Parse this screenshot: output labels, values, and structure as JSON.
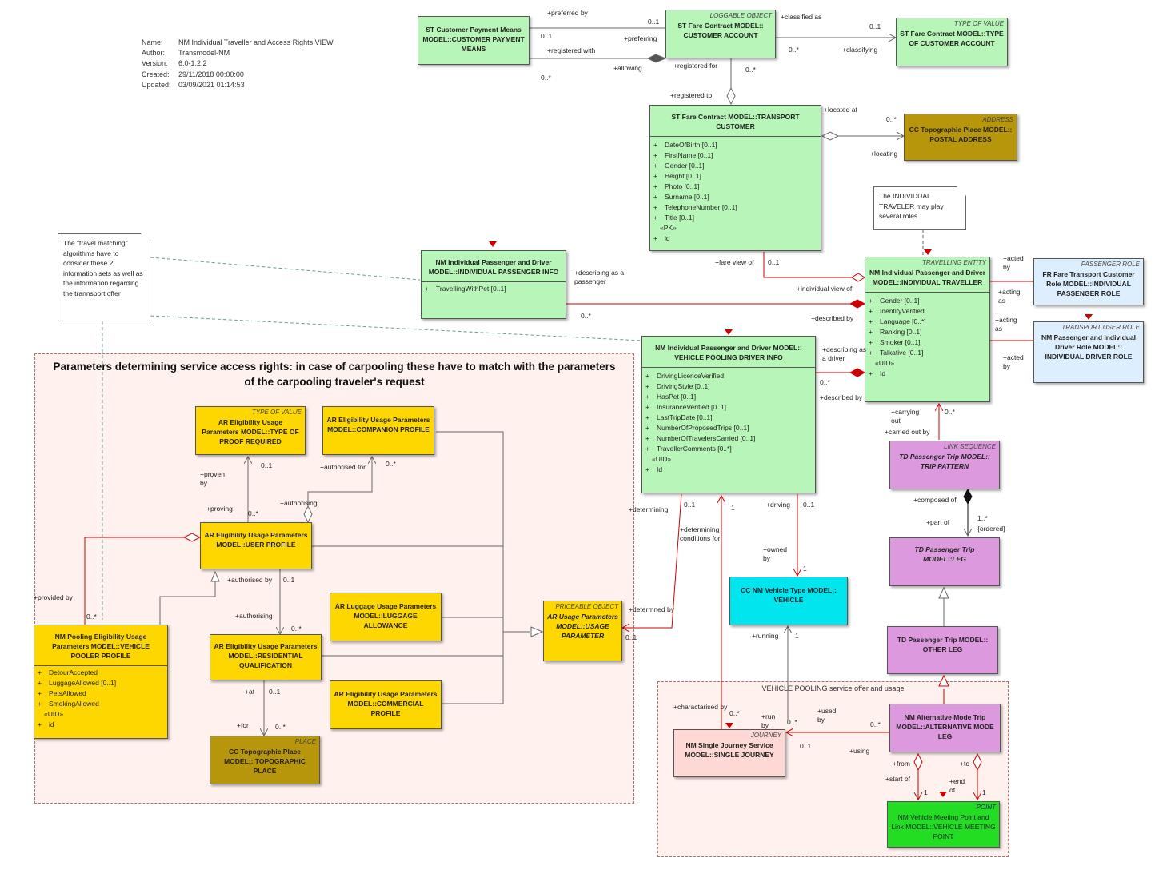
{
  "meta": {
    "name_key": "Name:",
    "name": "NM Individual Traveller and Access Rights VIEW",
    "author_key": "Author:",
    "author": "Transmodel-NM",
    "version_key": "Version:",
    "version": "6.0-1.2.2",
    "created_key": "Created:",
    "created": "29/11/2018 00:00:00",
    "updated_key": "Updated:",
    "updated": "03/09/2021 01:14:53"
  },
  "regions": {
    "access": {
      "title": "Parameters determining service access rights: in case of carpooling these have to match with the parameters of the carpooling traveler's request"
    },
    "pooling": {
      "title": "VEHICLE POOLING service offer and usage"
    }
  },
  "notes": {
    "matching": "The \"travel matching\" algorithms have to consider these 2 information sets as well as the information regarding the trannsport offer",
    "roles": "The INDIVIDUAL TRAVELER may play several roles"
  },
  "boxes": {
    "payment": {
      "name": "ST Customer Payment Means MODEL::CUSTOMER PAYMENT MEANS"
    },
    "account": {
      "stereo": "LOGGABLE OBJECT",
      "name": "ST Fare Contract MODEL:: CUSTOMER ACCOUNT"
    },
    "acctype": {
      "stereo": "TYPE OF VALUE",
      "name": "ST Fare Contract MODEL::TYPE OF CUSTOMER ACCOUNT"
    },
    "customer": {
      "name": "ST Fare Contract MODEL::TRANSPORT CUSTOMER",
      "attrs": [
        "DateOfBirth [0..1]",
        "FirstName [0..1]",
        "Gender [0..1]",
        "Height [0..1]",
        "Photo [0..1]",
        "Surname [0..1]",
        "TelephoneNumber [0..1]",
        "Title [0..1]"
      ],
      "keylabel": "«PK»",
      "keys": [
        "id"
      ]
    },
    "postal": {
      "stereo": "ADDRESS",
      "name": "CC Topographic Place MODEL:: POSTAL ADDRESS"
    },
    "passinfo": {
      "name": "NM Individual Passenger and Driver MODEL::INDIVIDUAL PASSENGER INFO",
      "attrs": [
        "TravellingWithPet [0..1]"
      ]
    },
    "traveller": {
      "stereo": "TRAVELLING ENTITY",
      "name": "NM Individual Passenger and Driver MODEL::INDIVIDUAL TRAVELLER",
      "attrs": [
        "Gender [0..1]",
        "IdentityVerified",
        "Language [0..*]",
        "Ranking [0..1]",
        "Smoker [0..1]",
        "Talkative [0..1]"
      ],
      "keylabel": "«UID»",
      "keys": [
        "Id"
      ]
    },
    "passrole": {
      "stereo": "PASSENGER ROLE",
      "name": "FR Fare Transport Customer Role MODEL::INDIVIDUAL PASSENGER ROLE"
    },
    "driverrole": {
      "stereo": "TRANSPORT USER ROLE",
      "name": "NM Passenger and Individual Driver Role MODEL:: INDIVIDUAL DRIVER ROLE"
    },
    "driverinfo": {
      "name": "NM Individual Passenger and Driver MODEL:: VEHICLE POOLING DRIVER INFO",
      "attrs": [
        "DrivingLicenceVerified",
        "DrivingStyle [0..1]",
        "HasPet [0..1]",
        "InsuranceVerified [0..1]",
        "LastTripDate [0..1]",
        "NumberOfProposedTrips [0..1]",
        "NumberOfTravelersCarried [0..1]",
        "TravellerComments [0..*]"
      ],
      "keylabel": "«UID»",
      "keys": [
        "Id"
      ]
    },
    "proof": {
      "stereo": "TYPE OF VALUE",
      "name": "AR Eligibility Usage Parameters MODEL::TYPE OF PROOF REQUIRED"
    },
    "companion": {
      "name": "AR Eligibility Usage Parameters MODEL::COMPANION PROFILE"
    },
    "userprofile": {
      "name": "AR Eligibility Usage Parameters MODEL::USER PROFILE"
    },
    "luggage": {
      "name": "AR Luggage Usage Parameters MODEL::LUGGAGE ALLOWANCE"
    },
    "usageparam": {
      "stereo": "PRICEABLE OBJECT",
      "name": "AR Usage Parameters MODEL::USAGE PARAMETER"
    },
    "pooler": {
      "name": "NM Pooling Eligibility Usage Parameters MODEL::VEHICLE POOLER PROFILE",
      "attrs": [
        "DetourAccepted",
        "LuggageAllowed [0..1]",
        "PetsAllowed",
        "SmokingAllowed"
      ],
      "keylabel": "«UID»",
      "keys": [
        "id"
      ]
    },
    "residential": {
      "name": "AR Eligibility Usage Parameters MODEL::RESIDENTIAL QUALIFICATION"
    },
    "commercial": {
      "name": "AR Eligibility Usage Parameters MODEL::COMMERCIAL PROFILE"
    },
    "topoplace": {
      "stereo": "PLACE",
      "name": "CC Topographic Place MODEL:: TOPOGRAPHIC PLACE"
    },
    "vehicle": {
      "name": "CC NM Vehicle Type MODEL:: VEHICLE"
    },
    "trippattern": {
      "stereo": "LINK SEQUENCE",
      "name": "TD Passenger Trip MODEL:: TRIP PATTERN"
    },
    "leg": {
      "name": "TD Passenger Trip MODEL::LEG"
    },
    "otherleg": {
      "name": "TD Passenger Trip MODEL:: OTHER LEG"
    },
    "altleg": {
      "name": "NM Alternative Mode Trip MODEL::ALTERNATIVE MODE LEG"
    },
    "journey": {
      "stereo": "JOURNEY",
      "name": "NM Single Journey Service MODEL::SINGLE JOURNEY"
    },
    "meeting": {
      "stereo": "POINT",
      "name": "NM Vehicle Meeting Point and Link MODEL::VEHICLE MEETING POINT"
    }
  },
  "labels": {
    "preferred_by": "+preferred by",
    "m01a": "0..1",
    "m01b": "0..1",
    "preferring": "+preferring",
    "registered_with": "+registered with",
    "allowing": "+allowing",
    "m0sa": "0..*",
    "classified_as": "+classified as",
    "m01c": "0..1",
    "m0sb": "0..*",
    "classifying": "+classifying",
    "registered_for": "+registered for",
    "m0sc": "0..*",
    "registered_to": "+registered to",
    "located_at": "+located at",
    "m0sd": "0..*",
    "locating": "+locating",
    "fare_view": "+fare view of",
    "m01d": "0..1",
    "individual_view": "+individual view of",
    "describing_passenger": "+describing as a passenger",
    "m0se": "0..*",
    "described_by1": "+described by",
    "describing_driver": "+describing as a driver",
    "m0sf": "0..*",
    "described_by2": "+described by",
    "acted_by1": "+acted by",
    "acting_as1": "+acting as",
    "acting_as2": "+acting as",
    "acted_by2": "+acted by",
    "carrying_out": "+carrying out",
    "m0sg": "0..*",
    "carried_out_by": "+carried out by",
    "composed_of": "+composed of",
    "part_of": "+part of",
    "m1s": "1..*",
    "ordered": "{ordered}",
    "determining": "+determining",
    "m01e": "0..1",
    "m1a": "1",
    "determining_conditions": "+determining conditions for",
    "determined_by": "+determned by",
    "m01f": "0..1",
    "driving": "+driving",
    "m01g": "0..1",
    "owned_by": "+owned by",
    "m1b": "1",
    "running": "+running",
    "m1c": "1",
    "proven_by": "+proven by",
    "m01h": "0..1",
    "proving": "+proving",
    "m0sh": "0..*",
    "authorised_for": "+authorised for",
    "m0si": "0..*",
    "authorising1": "+authorising",
    "authorised_by": "+authorised by",
    "m01i": "0..1",
    "authorising2": "+authorising",
    "m0sj": "0..*",
    "provided_by": "+provided by",
    "m0sk": "0..*",
    "at": "+at",
    "m01j": "0..1",
    "for": "+for",
    "m0sl": "0..*",
    "characterised_by": "+charactarised by",
    "m0sm": "0..*",
    "run_by": "+run by",
    "m0sn": "0..*",
    "m01k": "0..1",
    "used_by": "+used by",
    "m0so": "0..*",
    "using": "+using",
    "from": "+from",
    "start_of": "+start of",
    "m1d": "1",
    "to": "+to",
    "end_of": "+end of",
    "m1e": "1"
  },
  "colors": {
    "green": "#b8f5b8",
    "gold": "#ffd700",
    "olive": "#b8960b",
    "pink": "#dd99dd",
    "blue": "#ddeeff",
    "cyan": "#00e5ee",
    "line_red": "#cc0000",
    "line_grey": "#666666"
  }
}
